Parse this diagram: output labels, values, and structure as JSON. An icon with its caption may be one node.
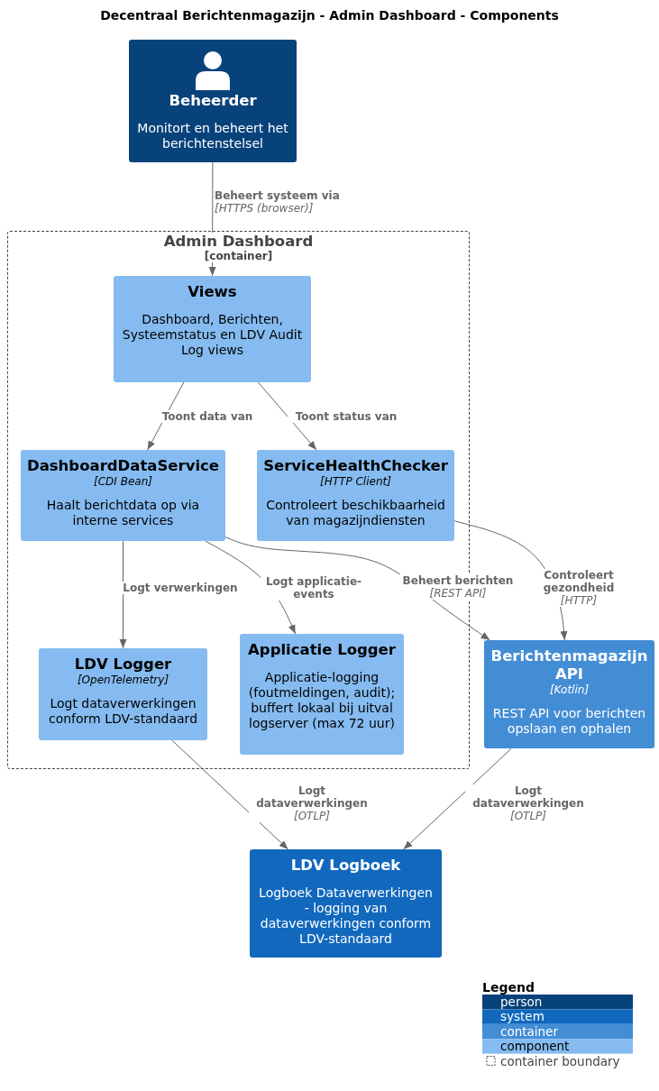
{
  "diagram": {
    "title": "Decentraal Berichtenmagazijn - Admin Dashboard - Components",
    "nodes": [
      {
        "text": [
          "Beheerder",
          "Monitort en beheert het berichtenstelsel"
        ]
      },
      {
        "text": [
          "Admin Dashboard",
          "[container]"
        ]
      },
      {
        "text": [
          "Views",
          "Dashboard, Berichten, Systeemstatus en LDV Audit Log views"
        ],
        "in": 1
      },
      {
        "text": [
          "DashboardDataService",
          "[CDI Bean]",
          "Haalt berichtdata op via interne services"
        ],
        "in": 1
      },
      {
        "text": [
          "ServiceHealthChecker",
          "[HTTP Client]",
          "Controleert beschikbaarheid van magazijndiensten"
        ],
        "in": 1
      },
      {
        "text": [
          "LDV Logger",
          "[OpenTelemetry]",
          "Logt dataverwerkingen conform LDV-standaard"
        ],
        "in": 1
      },
      {
        "text": [
          "Applicatie Logger",
          "Applicatie-logging (foutmeldingen, audit); buffert lokaal bij uitval logserver (max 72 uur)"
        ],
        "in": 1
      },
      {
        "text": [
          "Berichtenmagazijn API",
          "[Kotlin]",
          "REST API voor berichten opslaan en ophalen"
        ]
      },
      {
        "text": [
          "LDV Logboek",
          "Logboek Dataverwerkingen - logging van dataverwerkingen conform LDV-standaard"
        ]
      }
    ],
    "edges": [
      {
        "from": 0,
        "to": 2,
        "arrow": "to",
        "label": "Beheert systeem via *[HTTPS (browser)]*"
      },
      {
        "from": 2,
        "to": 3,
        "arrow": "to",
        "label": "Toont data van"
      },
      {
        "from": 2,
        "to": 4,
        "arrow": "to",
        "label": "Toont status van"
      },
      {
        "from": 3,
        "to": 5,
        "arrow": "to",
        "label": "Logt verwerkingen"
      },
      {
        "from": 3,
        "to": 6,
        "arrow": "to",
        "label": "Logt applicatie-events"
      },
      {
        "from": 3,
        "to": 7,
        "arrow": "to",
        "label": "Beheert berichten *[REST API]*"
      },
      {
        "from": 4,
        "to": 7,
        "arrow": "to",
        "label": "Controleert gezondheid *[HTTP]*"
      },
      {
        "from": 5,
        "to": 8,
        "arrow": "to",
        "label": "Logt dataverwerkingen *[OTLP]*"
      },
      {
        "from": 7,
        "to": 8,
        "arrow": "to",
        "label": "Logt dataverwerkingen *[OTLP]*"
      }
    ],
    "labels": [
      "Legend"
    ],
    "legend": [
      {
        "text": "person",
        "color": "#08427b"
      },
      {
        "text": "system",
        "color": "#1168bd"
      },
      {
        "text": "container",
        "color": "#438dd5"
      },
      {
        "text": "component",
        "color": "#85bbf0"
      },
      {
        "text": "container boundary"
      }
    ]
  }
}
